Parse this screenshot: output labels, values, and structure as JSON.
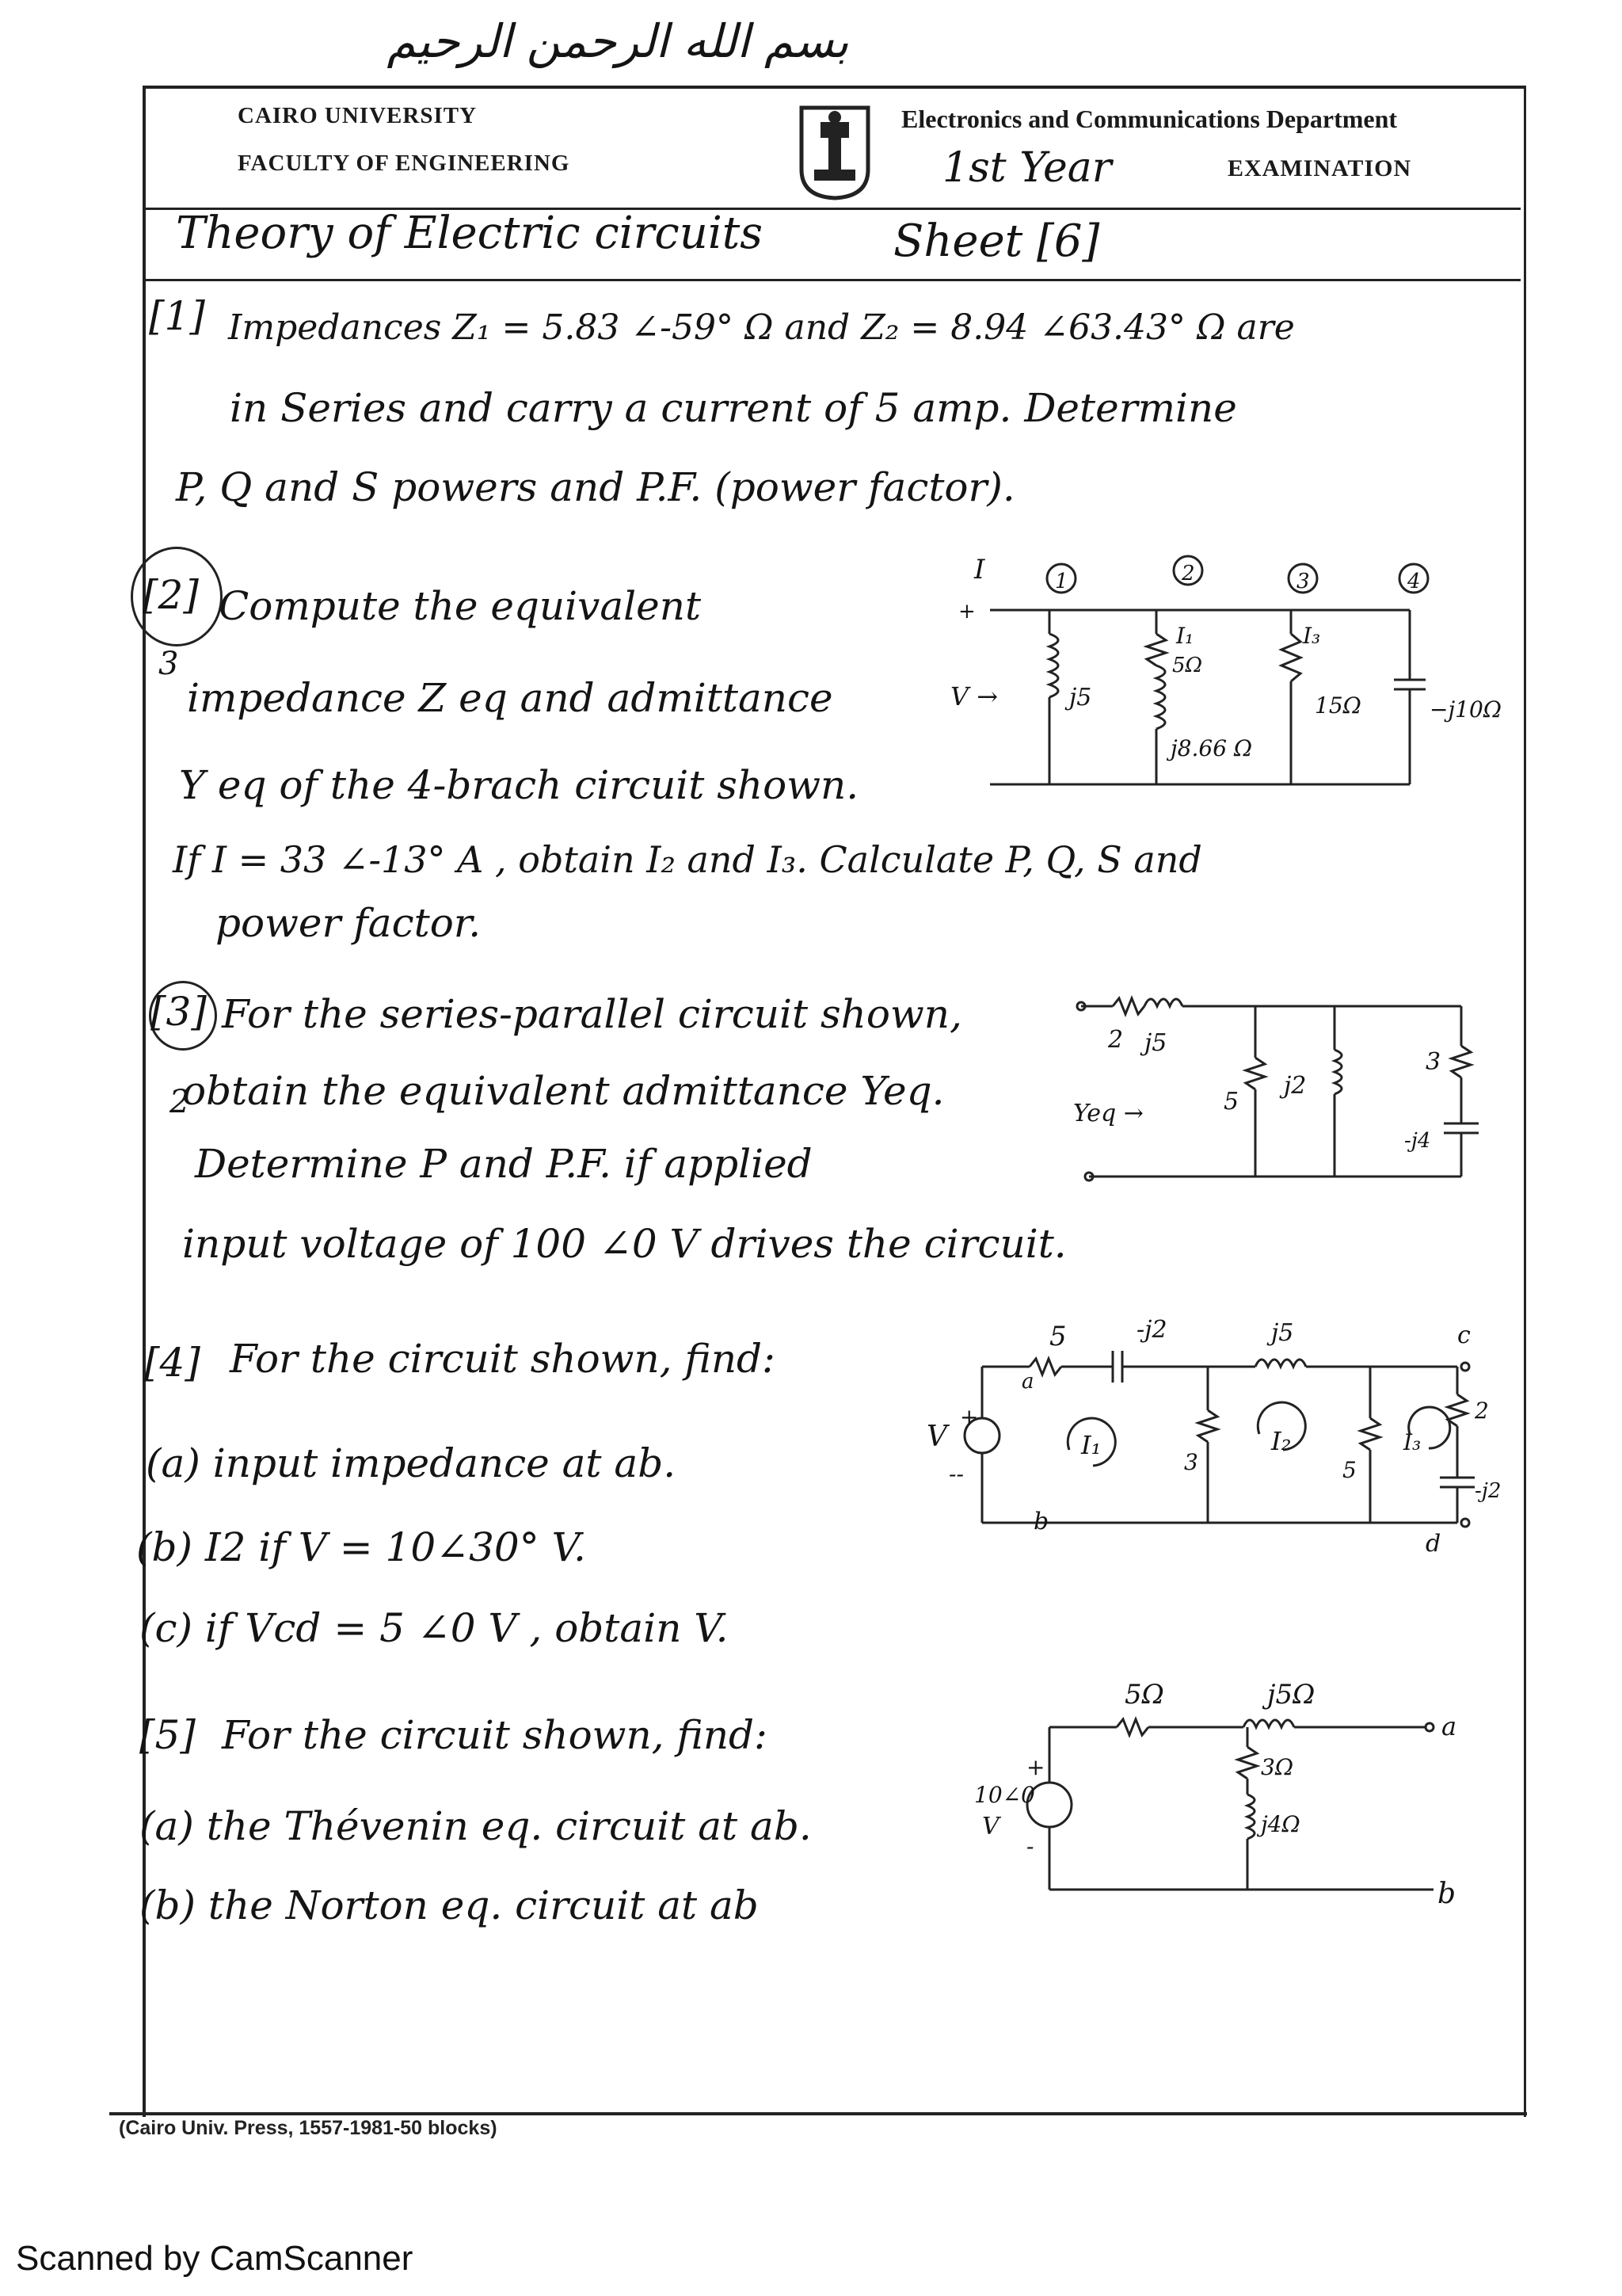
{
  "bismillah": "بسم الله الرحمن الرحيم",
  "header": {
    "university": "CAIRO UNIVERSITY",
    "faculty": "FACULTY OF ENGINEERING",
    "department": "Electronics and Communications Department",
    "year": "1st Year",
    "exam": "EXAMINATION",
    "logo_icon": "cairo-university-seal-icon"
  },
  "course": "Theory of Electric circuits",
  "sheet": "Sheet [6]",
  "questions": {
    "q1": {
      "num": "[1]",
      "l1a": "Impedances Z₁ = 5.83 ∠-59° Ω and Z₂ = 8.94 ∠63.43° Ω are",
      "l2": "in Series and carry a current of 5 amp. Determine",
      "l3": "P, Q and S powers and P.F. (power factor)."
    },
    "q2": {
      "num": "[2]",
      "l1": "Compute the equivalent",
      "l2": "impedance Z eq and admittance",
      "l3": "Y eq of the 4-brach circuit shown.",
      "l4": "If I = 33 ∠-13° A , obtain I₂ and I₃. Calculate P, Q, S and",
      "l5": "power factor.",
      "circuit": {
        "current": "I",
        "v": "V →",
        "plus": "+",
        "minus": "-",
        "nodes": [
          "1",
          "2",
          "3",
          "4"
        ],
        "b1": "j5",
        "b2r": "5Ω",
        "b2l": "j8.66 Ω",
        "i1": "I₁",
        "i3": "I₃",
        "b3": "15Ω",
        "b4": "−j10Ω"
      }
    },
    "q3": {
      "num": "[3]",
      "l1": "For the series-parallel circuit shown,",
      "l2": "obtain the equivalent admittance Yeq.",
      "l3": "Determine P and P.F. if applied",
      "l4": "input voltage of 100 ∠0 V drives the circuit.",
      "circuit": {
        "r2": "2",
        "j5": "j5",
        "yeq": "Yeq →",
        "r5": "5",
        "j2": "j2",
        "r3": "3",
        "jm4": "-j4"
      }
    },
    "q4": {
      "num": "[4]",
      "l1": "For the circuit shown, find:",
      "a": "(a) input impedance at ab.",
      "b": "(b) I2 if V = 10∠30° V.",
      "c": "(c) if Vcd = 5 ∠0 V , obtain V.",
      "circuit": {
        "r5": "5",
        "mj2": "-j2",
        "j5": "j5",
        "a": "a",
        "b": "b",
        "c": "c",
        "d": "d",
        "v": "V",
        "plus": "+",
        "minus": "--",
        "i1": "I₁",
        "i2": "I₂",
        "i3": "I₃",
        "r3": "3",
        "r5b": "5",
        "r2": "2",
        "mj2b": "-j2"
      }
    },
    "q5": {
      "num": "[5]",
      "l1": "For the circuit shown, find:",
      "a": "(a) the Thévenin eq. circuit at ab.",
      "b": "(b) the Norton eq. circuit at ab",
      "circuit": {
        "r5": "5Ω",
        "j5": "j5Ω",
        "src": "10∠0",
        "v": "V",
        "plus": "+",
        "minus": "-",
        "r3": "3Ω",
        "j4": "j4Ω",
        "a": "a",
        "b": "b"
      }
    }
  },
  "footer": "(Cairo Univ. Press, 1557-1981-50 blocks)",
  "scanner": "Scanned by CamScanner",
  "margin_marks": {
    "q2": "3",
    "q3": "2"
  }
}
